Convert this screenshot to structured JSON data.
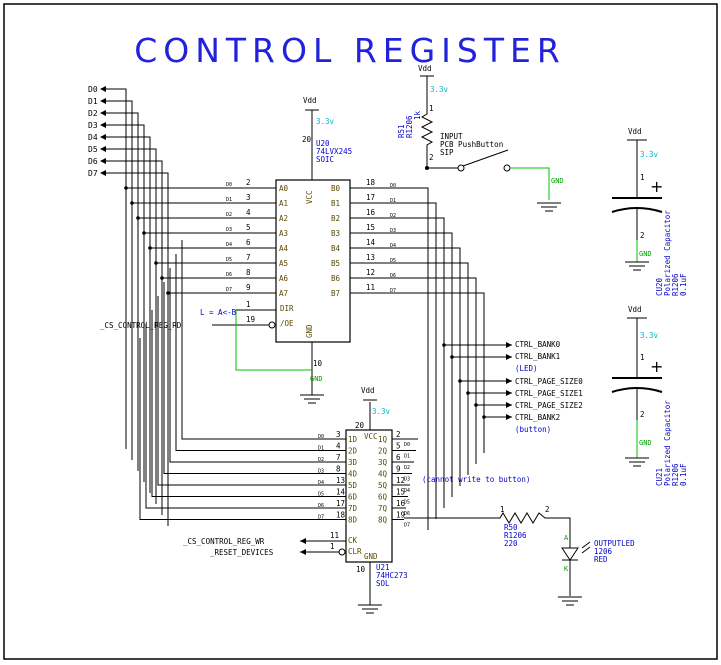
{
  "title": "CONTROL REGISTER",
  "data_bus": [
    "D0",
    "D1",
    "D2",
    "D3",
    "D4",
    "D5",
    "D6",
    "D7"
  ],
  "bus_nets": [
    "D0",
    "D1",
    "D2",
    "D3",
    "D4",
    "D5",
    "D6",
    "D7"
  ],
  "u20": {
    "ref": "U20",
    "part": "74LVX245",
    "package": "SOIC",
    "vcc": "VCC",
    "gnd": "GND",
    "dir": "DIR",
    "oe": "/OE",
    "a_pins": [
      "A0",
      "A1",
      "A2",
      "A3",
      "A4",
      "A5",
      "A6",
      "A7"
    ],
    "b_pins": [
      "B0",
      "B1",
      "B2",
      "B3",
      "B4",
      "B5",
      "B6",
      "B7"
    ],
    "a_nums": [
      "2",
      "3",
      "4",
      "5",
      "6",
      "7",
      "8",
      "9"
    ],
    "b_nums": [
      "18",
      "17",
      "16",
      "15",
      "14",
      "13",
      "12",
      "11"
    ],
    "vcc_num": "20",
    "gnd_num": "10",
    "dir_num": "1",
    "oe_num": "19",
    "dir_note": "L = A<-B"
  },
  "u21": {
    "ref": "U21",
    "part": "74HC273",
    "package": "SOL",
    "vcc": "VCC",
    "gnd": "GND",
    "d_pins": [
      "1D",
      "2D",
      "3D",
      "4D",
      "5D",
      "6D",
      "7D",
      "8D"
    ],
    "q_pins": [
      "1Q",
      "2Q",
      "3Q",
      "4Q",
      "5Q",
      "6Q",
      "7Q",
      "8Q"
    ],
    "d_nums": [
      "3",
      "4",
      "7",
      "8",
      "13",
      "14",
      "17",
      "18"
    ],
    "q_nums": [
      "2",
      "5",
      "6",
      "9",
      "12",
      "15",
      "16",
      "19"
    ],
    "d_nets": [
      "D0",
      "D1",
      "D2",
      "D3",
      "D4",
      "D5",
      "D6",
      "D7"
    ],
    "q_nets": [
      "D0",
      "D1",
      "D2",
      "D3",
      "D4",
      "D5",
      "D6",
      "D7"
    ],
    "ck": "CK",
    "clr": "CLR",
    "ck_num": "11",
    "clr_num": "1",
    "vcc_num": "20",
    "gnd_num": "10"
  },
  "power": {
    "vdd": "Vdd",
    "v33": "3.3v",
    "gnd": "GND"
  },
  "signals": {
    "rd": "_CS_CONTROL_REG_RD",
    "wr": "_CS_CONTROL_REG_WR",
    "reset": "_RESET_DEVICES",
    "ctrl_bank0": "CTRL_BANK0",
    "ctrl_bank1": "CTRL_BANK1",
    "led_note": "(LED)",
    "page0": "CTRL_PAGE_SIZE0",
    "page1": "CTRL_PAGE_SIZE1",
    "page2": "CTRL_PAGE_SIZE2",
    "ctrl_bank2": "CTRL_BANK2",
    "button_note": "(button)",
    "cannot_write": "(cannot write to button)"
  },
  "r51": {
    "ref": "R51",
    "pkg": "R1206",
    "value": "1k",
    "pin1": "1",
    "pin2": "2"
  },
  "pushbutton": {
    "line1": "INPUT",
    "line2": "PCB PushButton",
    "line3": "SIP"
  },
  "r50": {
    "ref": "R50",
    "pkg": "R1206",
    "value": "220",
    "pin1": "1",
    "pin2": "2"
  },
  "led": {
    "line1": "OUTPUTLED",
    "line2": "1206",
    "line3": "RED",
    "a": "A",
    "k": "K"
  },
  "cu20": {
    "ref": "CU20",
    "type": "Polarized Capacitor",
    "pkg": "R1206",
    "value": "0.1uF",
    "pin1": "1",
    "pin2": "2"
  },
  "cu21": {
    "ref": "CU21",
    "type": "Polarized Capacitor",
    "pkg": "R1206",
    "value": "0.1uF",
    "pin1": "1",
    "pin2": "2"
  }
}
